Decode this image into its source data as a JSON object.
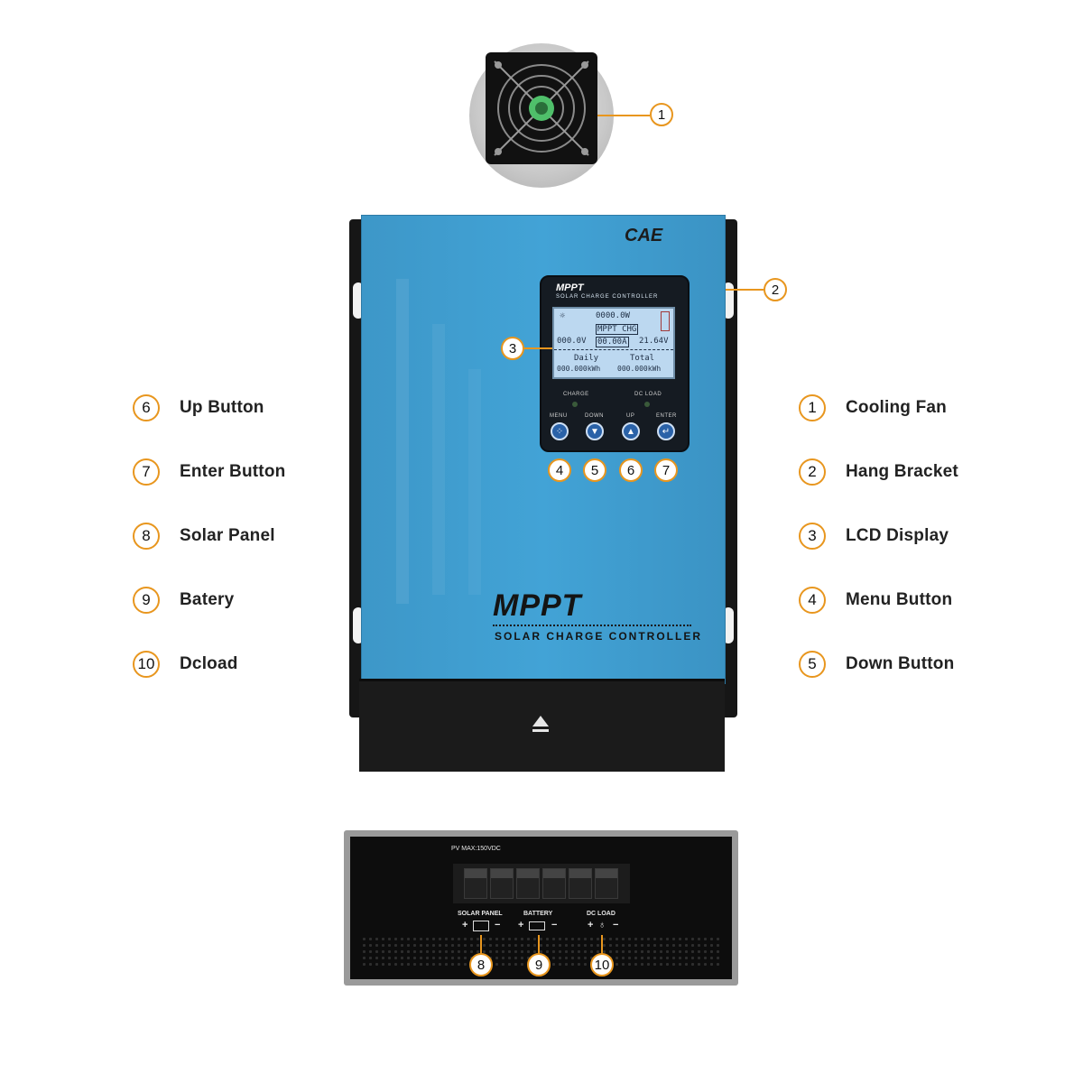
{
  "callouts": {
    "fan": "1",
    "bracket": "2",
    "lcd": "3",
    "menu": "4",
    "down": "5",
    "up": "6",
    "enter": "7",
    "solar": "8",
    "battery": "9",
    "dcload": "10"
  },
  "legend_left": [
    {
      "num": "6",
      "label": "Up Button"
    },
    {
      "num": "7",
      "label": "Enter Button"
    },
    {
      "num": "8",
      "label": "Solar Panel"
    },
    {
      "num": "9",
      "label": "Batery"
    },
    {
      "num": "10",
      "label": "Dcload"
    }
  ],
  "legend_right": [
    {
      "num": "1",
      "label": "Cooling Fan"
    },
    {
      "num": "2",
      "label": "Hang Bracket"
    },
    {
      "num": "3",
      "label": "LCD Display"
    },
    {
      "num": "4",
      "label": "Menu Button"
    },
    {
      "num": "5",
      "label": "Down Button"
    }
  ],
  "device": {
    "logo": "CAE",
    "lcd_title": "MPPT",
    "lcd_subtitle": "SOLAR CHARGE CONTROLLER",
    "lcd": {
      "power": "0000.0W",
      "mode": "MPPT CHG",
      "pv_voltage": "000.0V",
      "current": "00.00A",
      "battery_voltage": "21.64V",
      "daily_label": "Daily",
      "total_label": "Total",
      "daily_value": "000.000kWh",
      "total_value": "000.000kWh"
    },
    "led_charge": "CHARGE",
    "led_dcload": "DC LOAD",
    "btn_menu": "MENU",
    "btn_down": "DOWN",
    "btn_up": "UP",
    "btn_enter": "ENTER",
    "brand": "MPPT",
    "brand_sub": "SOLAR CHARGE CONTROLLER"
  },
  "terminal_panel": {
    "pv_max": "PV MAX:150VDC",
    "solar_label": "SOLAR PANEL",
    "battery_label": "BATTERY",
    "dcload_label": "DC LOAD",
    "plus": "+",
    "minus": "−"
  }
}
